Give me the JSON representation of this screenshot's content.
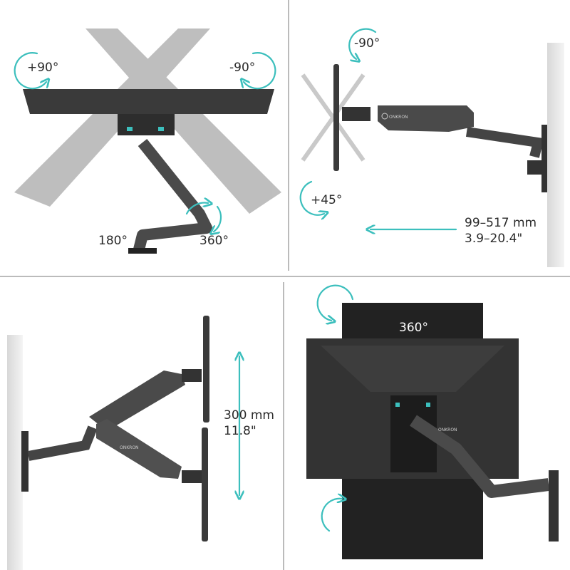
{
  "brand": "ONKRON",
  "accent_color": "#3cbfbd",
  "panels": {
    "rotation": {
      "left_tilt": "+90°",
      "right_tilt": "-90°",
      "base_swivel": "180°",
      "arm_swivel": "360°"
    },
    "tilt_extension": {
      "tilt_up": "-90°",
      "tilt_down": "+45°",
      "extension_mm": "99–517 mm",
      "extension_in": "3.9–20.4\""
    },
    "height": {
      "height_mm": "300 mm",
      "height_in": "11.8\""
    },
    "rotate": {
      "rotation": "360°"
    }
  }
}
